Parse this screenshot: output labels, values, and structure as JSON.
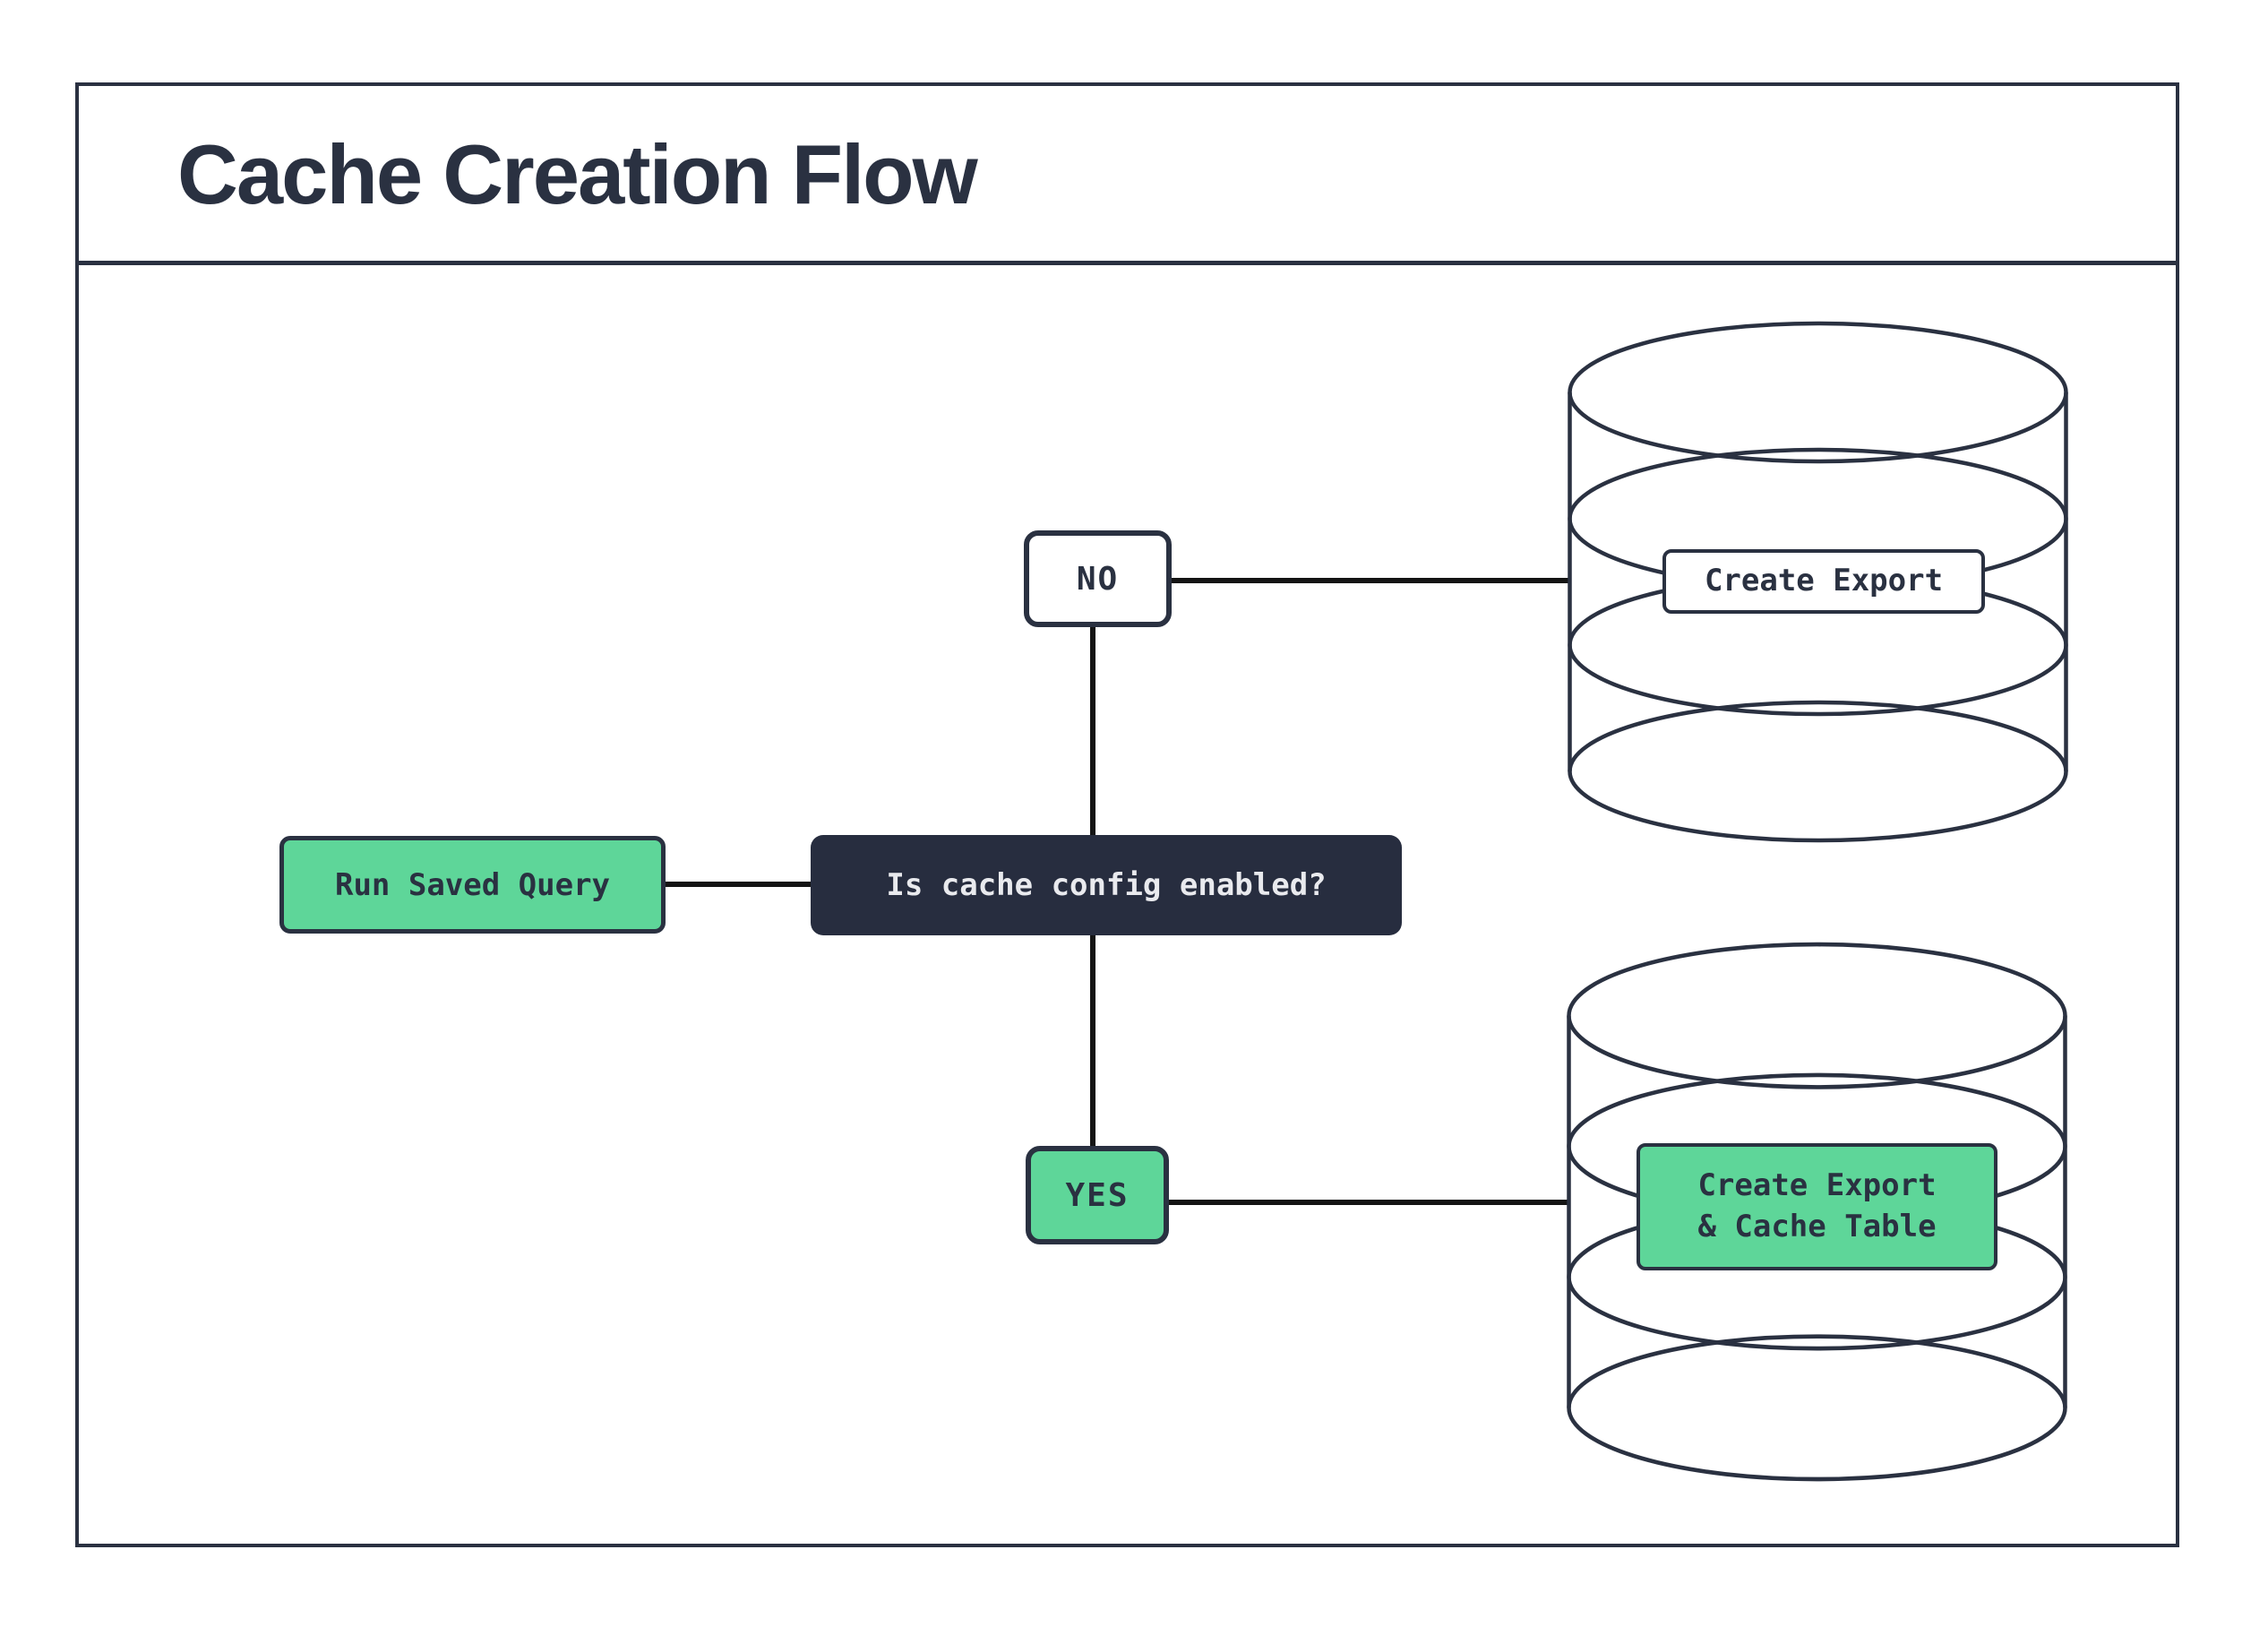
{
  "title": "Cache Creation Flow",
  "flow": {
    "start": {
      "label": "Run Saved Query"
    },
    "decision": {
      "label": "Is cache config enabled?"
    },
    "no_branch": {
      "label": "NO",
      "outcome": {
        "label": "Create Export"
      }
    },
    "yes_branch": {
      "label": "YES",
      "outcome": {
        "line1": "Create Export",
        "line2": "& Cache Table"
      }
    }
  },
  "colors": {
    "dark_navy": "#2a3141",
    "accent_green": "#5ed699",
    "connector_black": "#141414",
    "light_text": "#e9eaee",
    "decision_bg": "#272d3f"
  }
}
